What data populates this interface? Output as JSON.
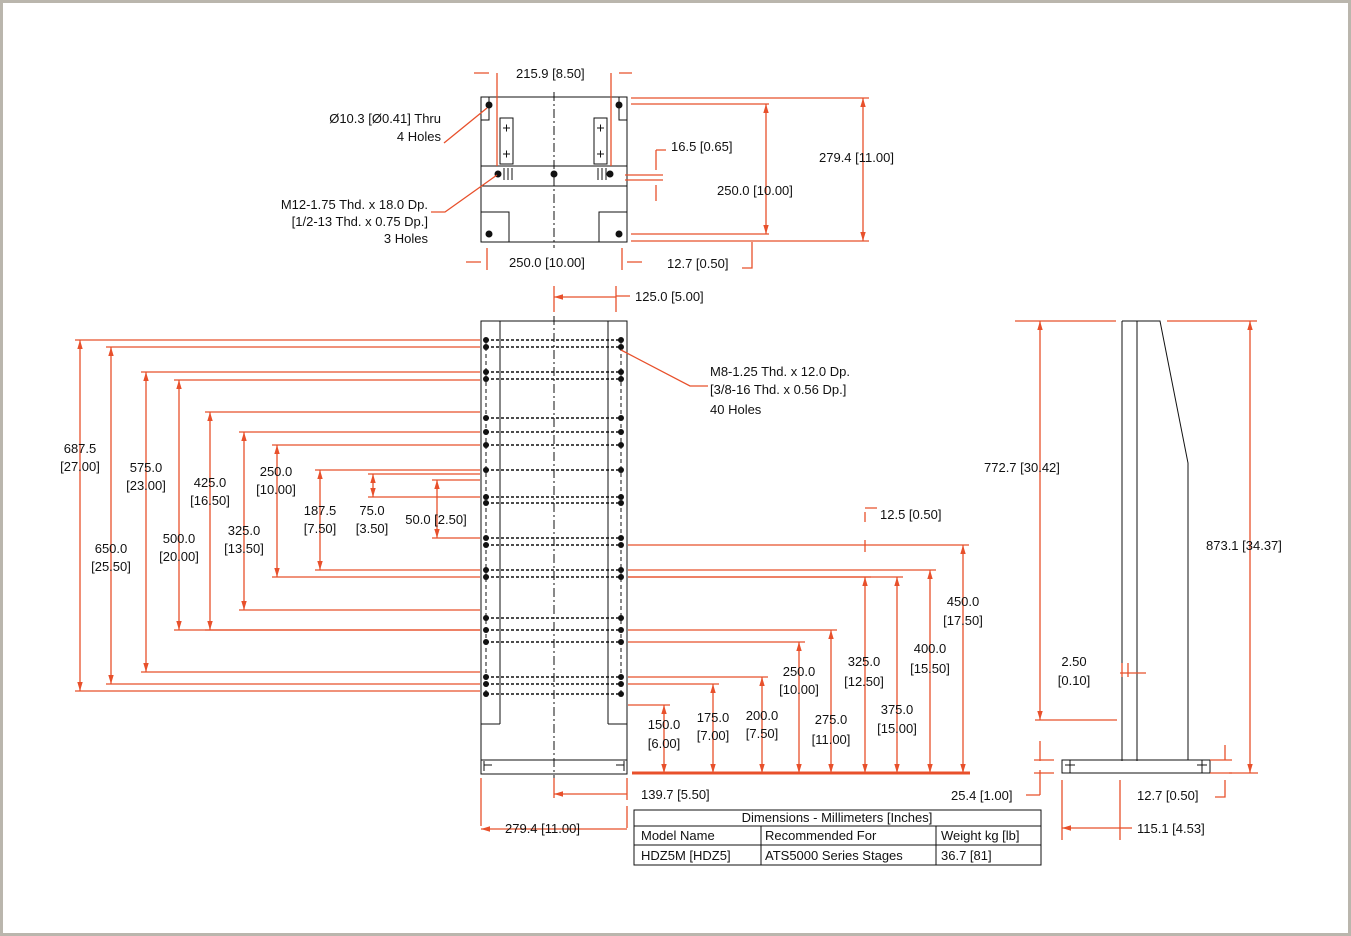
{
  "colors": {
    "dimension": "#e8502b",
    "outline": "#111111",
    "frame": "#bab6ad"
  },
  "top_view": {
    "width_inner": "215.9 [8.50]",
    "hole_thru": [
      "Ø10.3 [Ø0.41] Thru",
      "4 Holes"
    ],
    "hole_threaded": [
      "M12-1.75 Thd. x 18.0 Dp.",
      "[1/2-13 Thd. x 0.75 Dp.]",
      "3 Holes"
    ],
    "offset_small": "16.5 [0.65]",
    "depth_total": "279.4 [11.00]",
    "depth_inner": "250.0 [10.00]",
    "width_outer": "250.0 [10.00]",
    "edge_offset": "12.7 [0.50]"
  },
  "front_view": {
    "center_offset": "125.0 [5.00]",
    "hole_note": [
      "M8-1.25 Thd. x 12.0 Dp.",
      "[3/8-16 Thd. x 0.56 Dp.]",
      "40 Holes"
    ],
    "left_dims": [
      [
        "687.5",
        "[27.00]"
      ],
      [
        "650.0",
        "[25.50]"
      ],
      [
        "575.0",
        "[23.00]"
      ],
      [
        "500.0",
        "[20.00]"
      ],
      [
        "425.0",
        "[16.50]"
      ],
      [
        "325.0",
        "[13.50]"
      ],
      [
        "250.0",
        "[10.00]"
      ],
      [
        "187.5",
        "[7.50]"
      ],
      [
        "75.0",
        "[3.50]"
      ],
      [
        "50.0 [2.50]"
      ]
    ],
    "right_top": "12.5 [0.50]",
    "right_dims": [
      [
        "150.0",
        "[6.00]"
      ],
      [
        "175.0",
        "[7.00]"
      ],
      [
        "200.0",
        "[7.50]"
      ],
      [
        "250.0",
        "[10.00]"
      ],
      [
        "275.0",
        "[11.00]"
      ],
      [
        "325.0",
        "[12.50]"
      ],
      [
        "375.0",
        "[15.00]"
      ],
      [
        "400.0",
        "[15.50]"
      ],
      [
        "450.0",
        "[17.50]"
      ]
    ],
    "base_half": "139.7 [5.50]",
    "base_width": "279.4 [11.00]"
  },
  "side_view": {
    "height_upper": "772.7 [30.42]",
    "height_total": "873.1 [34.37]",
    "gap": [
      "2.50",
      "[0.10]"
    ],
    "base_thick": "25.4 [1.00]",
    "base_edge": "12.7 [0.50]",
    "base_depth": "115.1 [4.53]"
  },
  "table": {
    "title": "Dimensions - Millimeters [Inches]",
    "headers": [
      "Model Name",
      "Recommended For",
      "Weight kg [lb]"
    ],
    "rows": [
      [
        "HDZ5M [HDZ5]",
        "ATS5000 Series Stages",
        "36.7 [81]"
      ]
    ]
  }
}
